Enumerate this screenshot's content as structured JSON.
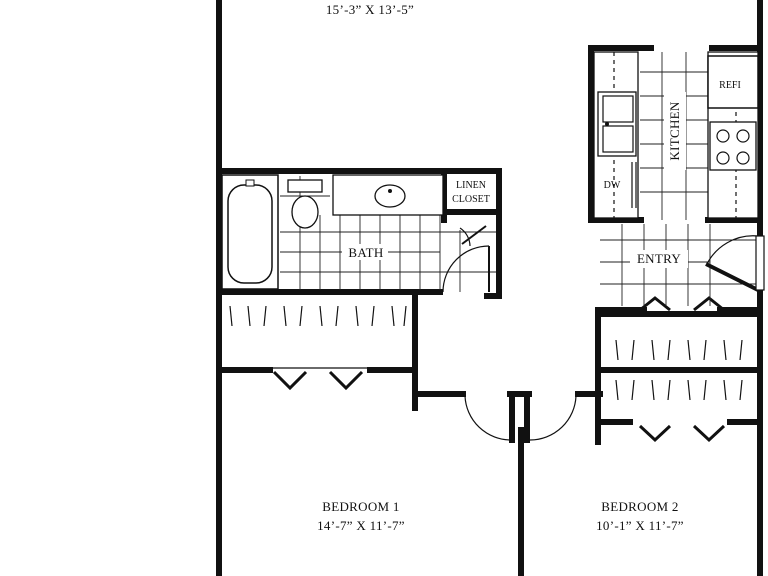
{
  "rooms": {
    "living": {
      "dims": "15’-3” X 13’-5”"
    },
    "bath": {
      "name": "BATH"
    },
    "linen_closet": {
      "line1": "LINEN",
      "line2": "CLOSET"
    },
    "kitchen": {
      "name": "KITCHEN"
    },
    "refrigerator": {
      "name": "REFI"
    },
    "dishwasher": {
      "name": "DW"
    },
    "entry": {
      "name": "ENTRY"
    },
    "bedroom1": {
      "name": "BEDROOM 1",
      "dims": "14’-7” X 11’-7”"
    },
    "bedroom2": {
      "name": "BEDROOM 2",
      "dims": "10’-1” X 11’-7”"
    }
  },
  "colors": {
    "wall": "#111111",
    "background": "#ffffff"
  }
}
